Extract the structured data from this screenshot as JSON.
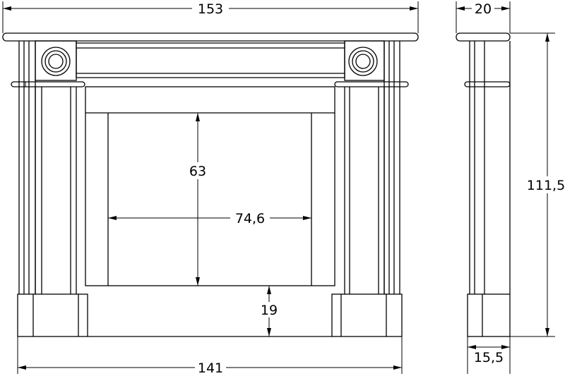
{
  "dimensions": {
    "top_width": "153",
    "side_depth_top": "20",
    "total_height": "111,5",
    "opening_height": "63",
    "opening_width": "74,6",
    "hearth_gap": "19",
    "base_width": "141",
    "side_depth_base": "15,5"
  },
  "colors": {
    "line": "#000000",
    "background": "#ffffff"
  }
}
